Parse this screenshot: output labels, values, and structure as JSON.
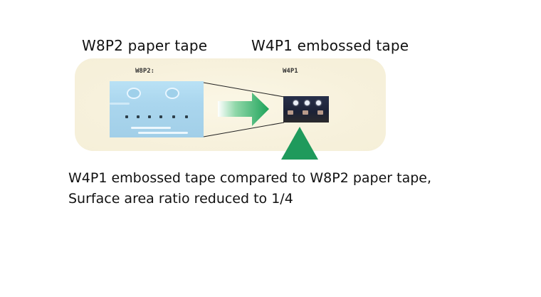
{
  "headings": {
    "paper": "W8P2 paper tape",
    "embossed": "W4P1 embossed tape"
  },
  "photo_labels": {
    "paper": "W8P2:",
    "embossed": "W4P1"
  },
  "caption": {
    "line1": "W4P1 embossed tape compared to W8P2 paper tape,",
    "line2": "Surface area ratio reduced to 1/4"
  },
  "colors": {
    "arrow_green": "#1ea35a",
    "triangle_green": "#1f9a5c",
    "panel_bg": "#f7f1dc",
    "paper_tape_blue": "#aad6ee",
    "embossed_tape_dark": "#1c2236"
  }
}
